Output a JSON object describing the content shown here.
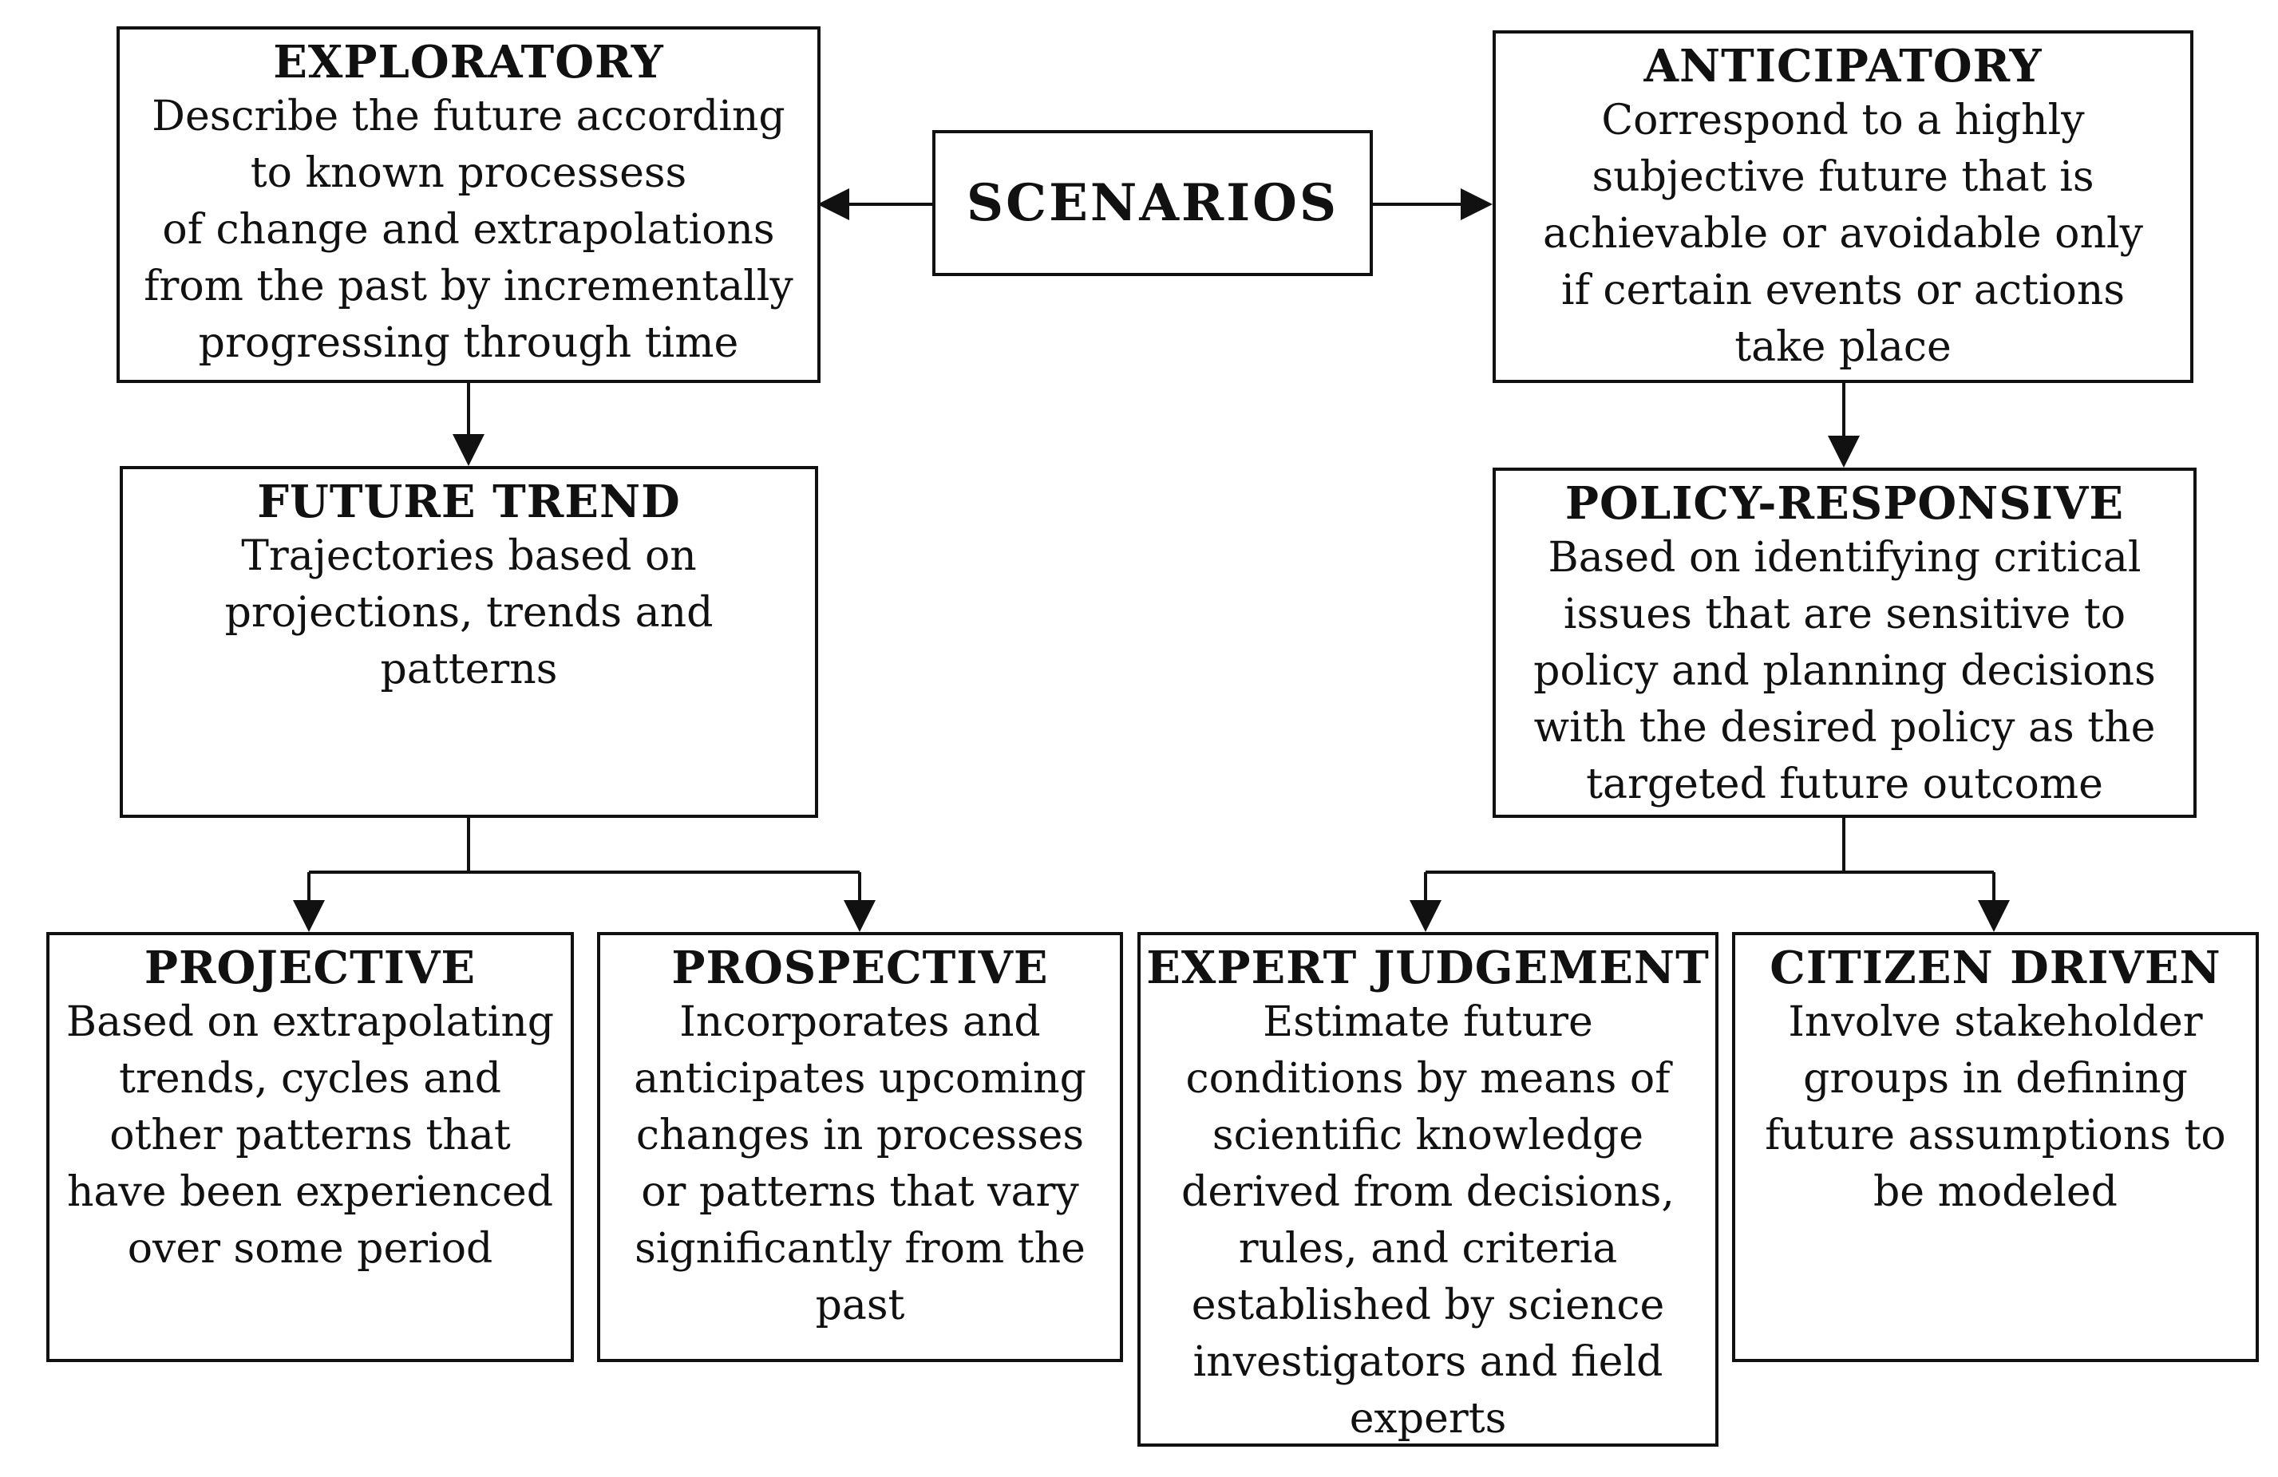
{
  "diagram": {
    "root": {
      "title": "SCENARIOS"
    },
    "exploratory": {
      "title": "EXPLORATORY",
      "lines": [
        "Describe the future according",
        "to known processess",
        "of change and extrapolations",
        "from the past by incrementally",
        "progressing through time"
      ]
    },
    "anticipatory": {
      "title": "ANTICIPATORY",
      "lines": [
        "Correspond to a highly",
        "subjective future that is",
        "achievable or avoidable only",
        "if certain events or actions",
        "take place"
      ]
    },
    "future_trend": {
      "title": "FUTURE TREND",
      "lines": [
        "Trajectories based on",
        "projections, trends and",
        "patterns"
      ]
    },
    "policy_responsive": {
      "title": "POLICY-RESPONSIVE",
      "lines": [
        "Based on identifying critical",
        "issues that are sensitive to",
        "policy and planning decisions",
        "with the desired policy as the",
        "targeted future outcome"
      ]
    },
    "projective": {
      "title": "PROJECTIVE",
      "lines": [
        "Based on extrapolating",
        "trends, cycles and",
        "other patterns that",
        "have been experienced",
        "over some period"
      ]
    },
    "prospective": {
      "title": "PROSPECTIVE",
      "lines": [
        "Incorporates and",
        "anticipates upcoming",
        "changes in processes",
        "or patterns that vary",
        "significantly from the",
        "past"
      ]
    },
    "expert_judgement": {
      "title": "EXPERT JUDGEMENT",
      "lines": [
        "Estimate future",
        "conditions by means of",
        "scientific knowledge",
        "derived from decisions,",
        "rules, and criteria",
        "established by science",
        "investigators and field",
        "experts"
      ]
    },
    "citizen_driven": {
      "title": "CITIZEN DRIVEN",
      "lines": [
        "Involve stakeholder",
        "groups in defining",
        "future assumptions to",
        "be modeled"
      ]
    }
  }
}
